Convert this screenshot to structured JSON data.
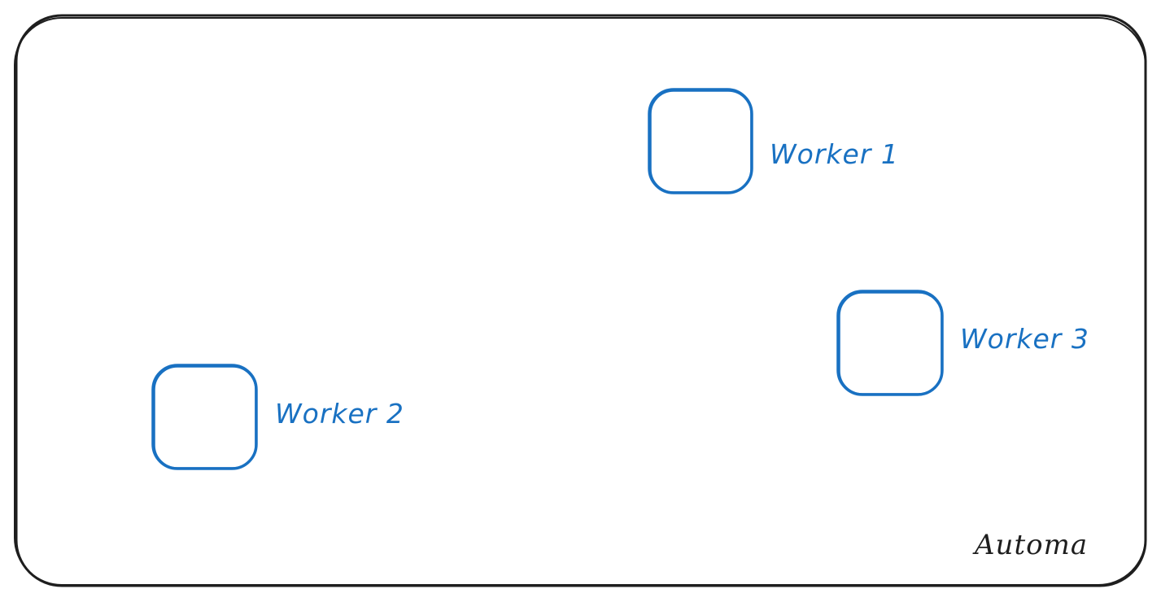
{
  "colors": {
    "frame": "#1e1e1e",
    "worker": "#1971c2",
    "footer_text": "#1e1e1e",
    "background": "#ffffff"
  },
  "workers": [
    {
      "label": "Worker 1",
      "icon": "rounded-square-node"
    },
    {
      "label": "Worker 2",
      "icon": "rounded-square-node"
    },
    {
      "label": "Worker 3",
      "icon": "rounded-square-node"
    }
  ],
  "footer": {
    "label": "Automa"
  }
}
